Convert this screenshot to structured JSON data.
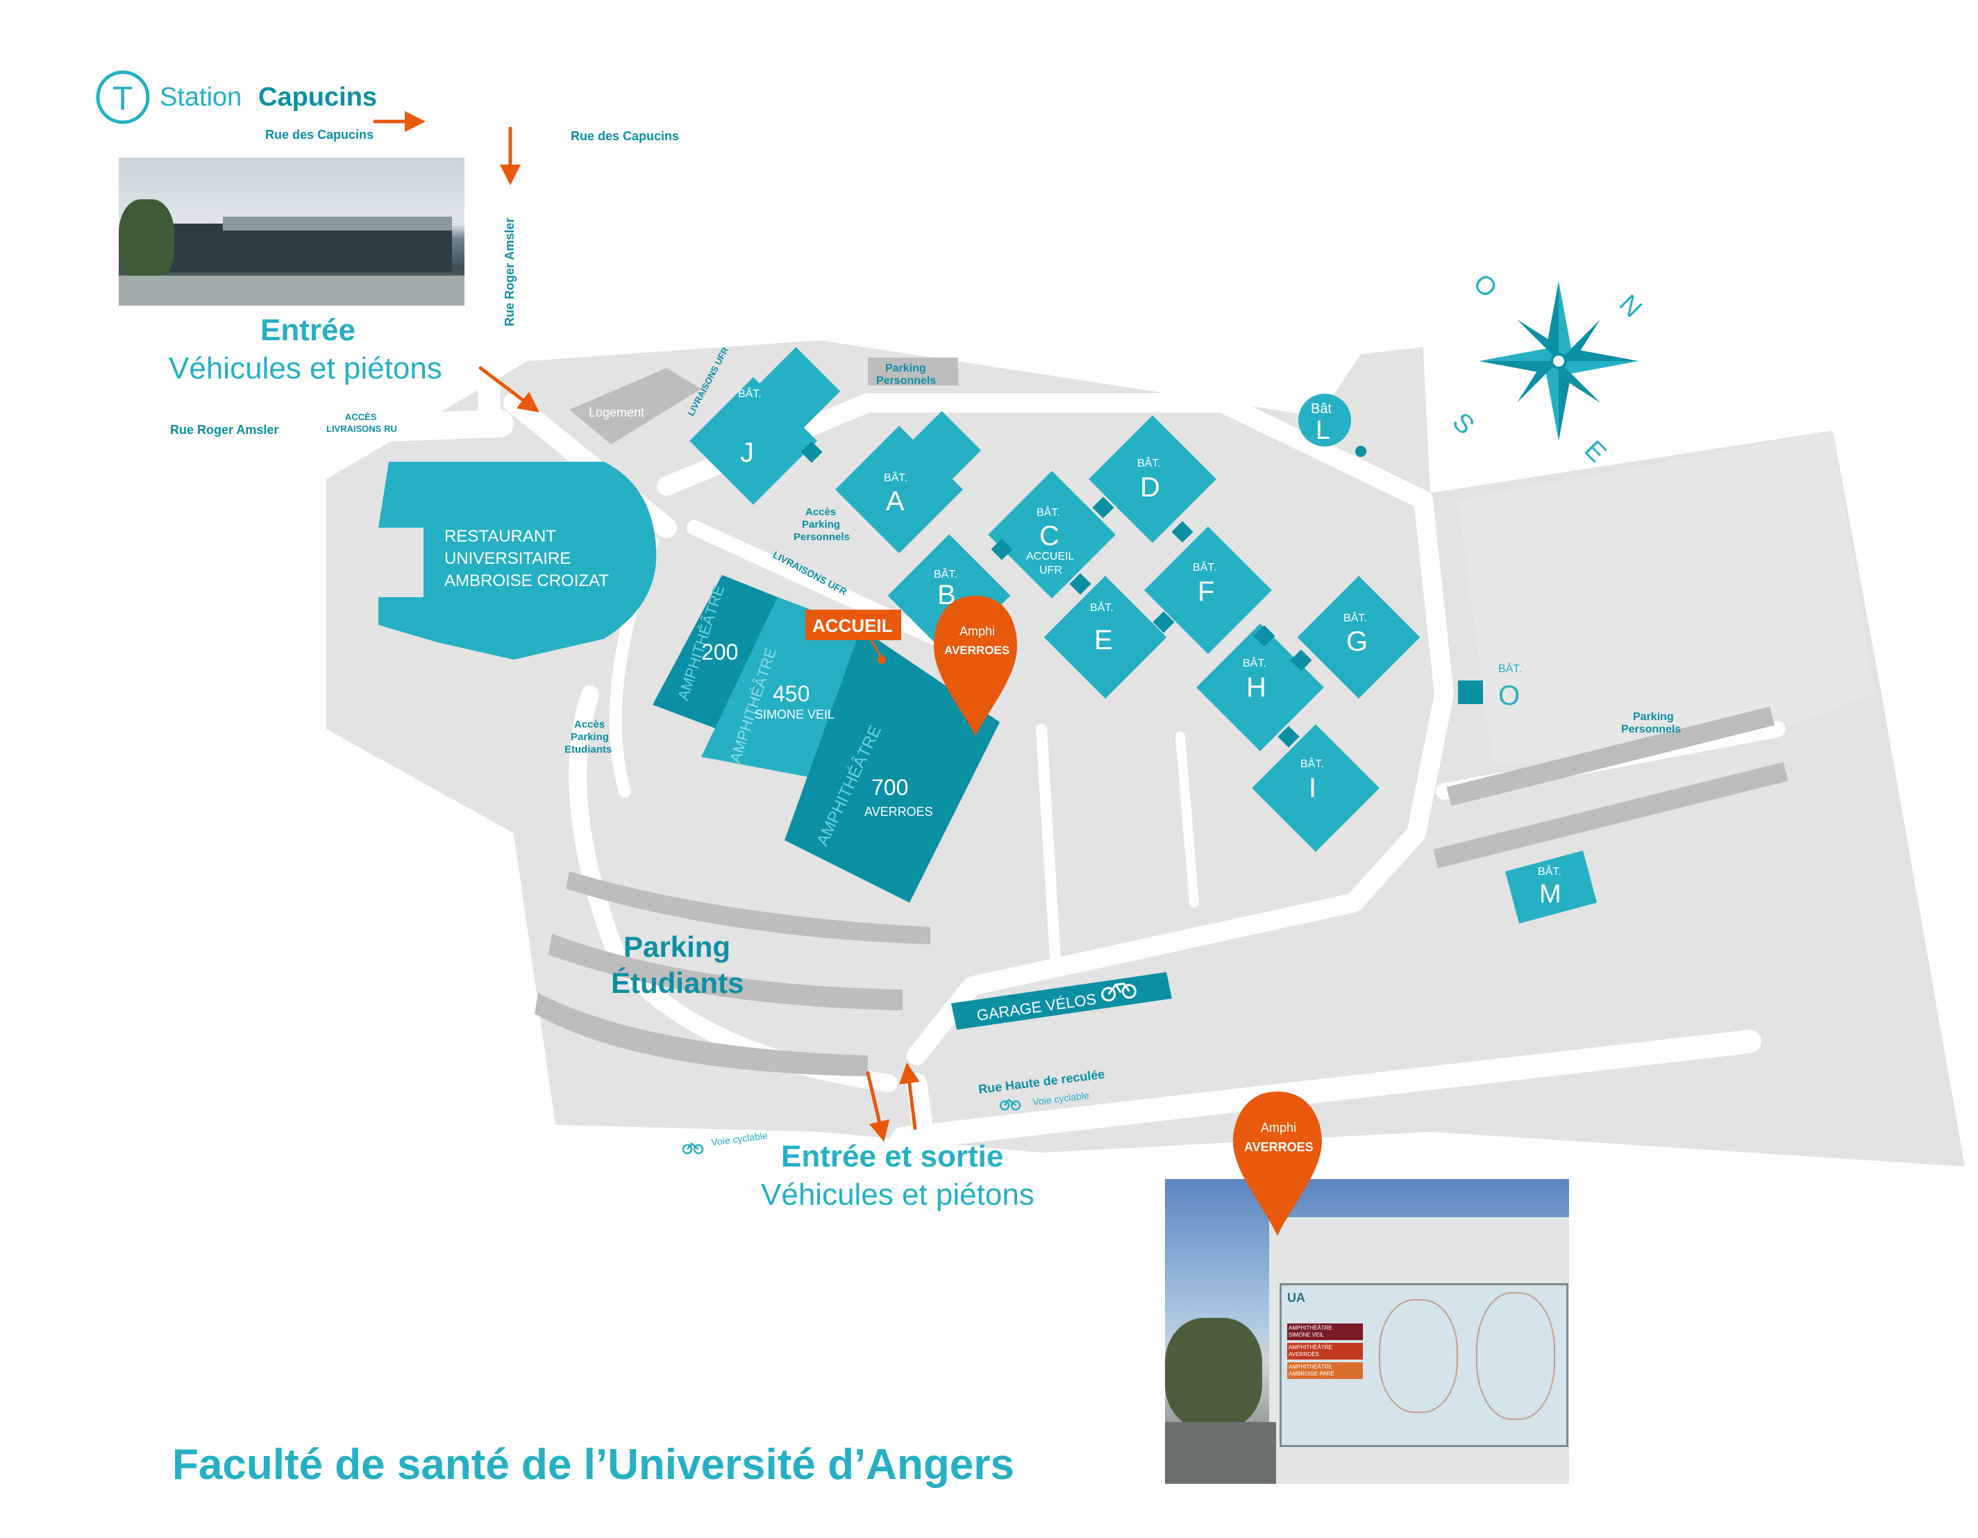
{
  "colors": {
    "teal": "#25b0c4",
    "teal_dark": "#0b8fa3",
    "orange": "#e8590c",
    "ground": "#e3e3e3",
    "road": "#ffffff",
    "parking": "#bdbdbd",
    "text_gray": "#8a8a8a"
  },
  "tram": {
    "icon_letter": "T",
    "label_prefix": "Station",
    "label_name": "Capucins"
  },
  "streets": {
    "capucins_west": "Rue des Capucins",
    "capucins_east": "Rue des Capucins",
    "amsler_vertical": "Rue Roger Amsler",
    "amsler_horizontal": "Rue Roger Amsler",
    "haute_reculee": "Rue Haute de reculée",
    "voie_cyclable_1": "Voie cyclable",
    "voie_cyclable_2": "Voie cyclable"
  },
  "entrances": {
    "north_title": "Entrée",
    "north_subtitle": "Véhicules et piétons",
    "south_title": "Entrée et sortie",
    "south_subtitle": "Véhicules et piétons"
  },
  "labels": {
    "acces_livraisons_ru_1": "ACCÈS",
    "acces_livraisons_ru_2": "LIVRAISONS RU",
    "livraisons_ufr_1": "LIVRAISONS UFR",
    "livraisons_ufr_2": "LIVRAISONS UFR",
    "logement": "Logement",
    "parking_perso_top_1": "Parking",
    "parking_perso_top_2": "Personnels",
    "acces_parking_perso_1": "Accès",
    "acces_parking_perso_2": "Parking",
    "acces_parking_perso_3": "Personnels",
    "acces_parking_etud_1": "Accès",
    "acces_parking_etud_2": "Parking",
    "acces_parking_etud_3": "Etudiants",
    "parking_perso_east_1": "Parking",
    "parking_perso_east_2": "Personnels",
    "parking_etudiants_1": "Parking",
    "parking_etudiants_2": "Étudiants",
    "garage_velos": "GARAGE VÉLOS",
    "accueil": "ACCUEIL"
  },
  "restaurant": {
    "line1": "RESTAURANT",
    "line2": "UNIVERSITAIRE",
    "line3": "AMBROISE CROIZAT"
  },
  "amphitheatres": {
    "label": "AMPHITHÉÂTRE",
    "a200": {
      "number": "200"
    },
    "a450": {
      "number": "450",
      "name": "SIMONE VEIL"
    },
    "a700": {
      "number": "700",
      "name": "AVERROES"
    }
  },
  "buildings": {
    "prefix": "BÂT.",
    "A": "A",
    "B": "B",
    "C": "C",
    "D": "D",
    "E": "E",
    "F": "F",
    "G": "G",
    "H": "H",
    "I": "I",
    "J": "J",
    "L": "L",
    "M": "M",
    "O": "O",
    "accueil_ufr_1": "ACCUEIL",
    "accueil_ufr_2": "UFR",
    "bat_l_prefix": "Bât"
  },
  "pins": {
    "main_line1": "Amphi",
    "main_line2": "AVERROES",
    "photo_line1": "Amphi",
    "photo_line2": "AVERROES"
  },
  "compass": {
    "O": "O",
    "N": "N",
    "E": "E",
    "S": "S"
  },
  "photo_sign": {
    "brand": "UA",
    "row1_a": "AMPHITHÉÂTRE",
    "row1_b": "SIMONE VEIL",
    "row2_a": "AMPHITHÉÂTRE",
    "row2_b": "AVERROÈS",
    "row3_a": "AMPHITHÉÂTRE",
    "row3_b": "AMBROISE PARÉ"
  },
  "footer": {
    "title": "Faculté de santé de l’Université d’Angers"
  }
}
